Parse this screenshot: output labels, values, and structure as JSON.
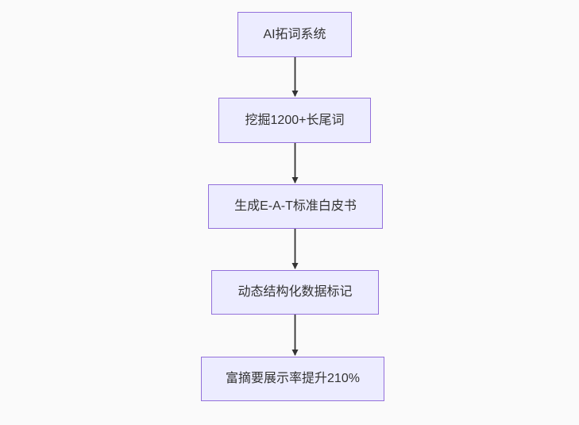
{
  "diagram": {
    "type": "flowchart",
    "direction": "top-down",
    "colors": {
      "background": "#fafafa",
      "node_fill": "#ECECFF",
      "node_border": "#9370DB",
      "node_text": "#333333",
      "arrow": "#333333"
    },
    "nodes": [
      {
        "label": "AI拓词系统"
      },
      {
        "label": "挖掘1200+长尾词"
      },
      {
        "label": "生成E-A-T标准白皮书"
      },
      {
        "label": "动态结构化数据标记"
      },
      {
        "label": "富摘要展示率提升210%"
      }
    ],
    "edges": [
      {
        "from": "AI拓词系统",
        "to": "挖掘1200+长尾词"
      },
      {
        "from": "挖掘1200+长尾词",
        "to": "生成E-A-T标准白皮书"
      },
      {
        "from": "生成E-A-T标准白皮书",
        "to": "动态结构化数据标记"
      },
      {
        "from": "动态结构化数据标记",
        "to": "富摘要展示率提升210%"
      }
    ]
  }
}
